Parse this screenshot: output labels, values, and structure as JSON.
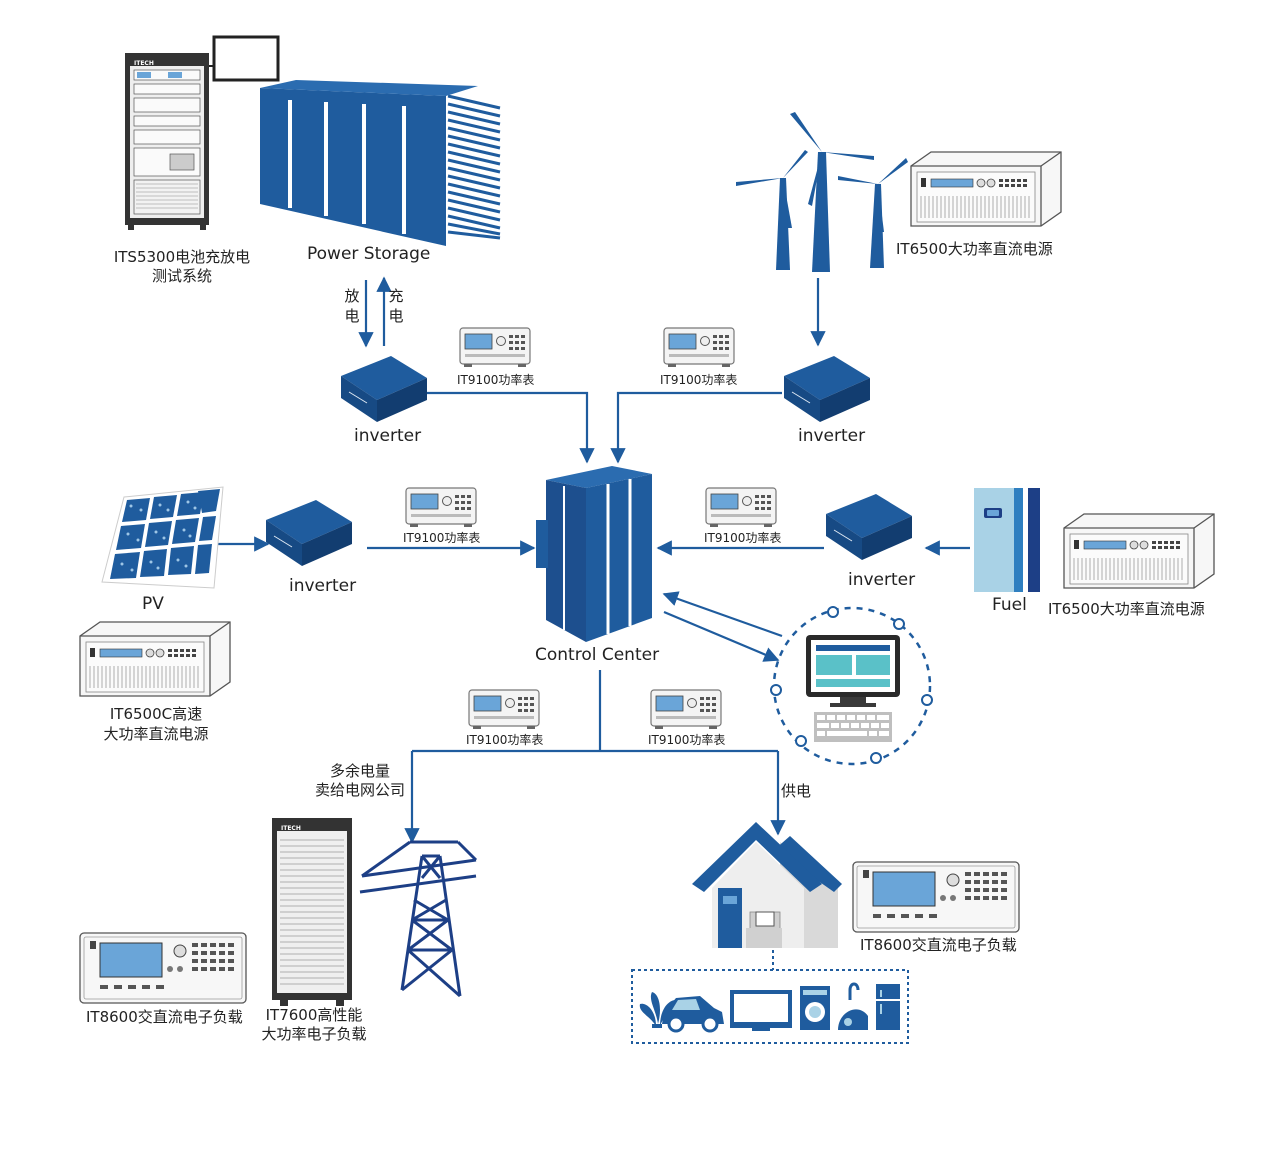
{
  "colors": {
    "primary_blue": "#1f5c9e",
    "dark_blue": "#1d3f86",
    "light_blue": "#a9d2e6",
    "device_gray": "#f2f2f2",
    "screen_blue": "#6aa5d8"
  },
  "labels": {
    "its5300": [
      "ITS5300电池充放电",
      "测试系统"
    ],
    "power_storage": "Power Storage",
    "discharge": "放电",
    "charge": "充电",
    "inverter": "inverter",
    "power_meter": "IT9100功率表",
    "it6500_top": "IT6500大功率直流电源",
    "pv": "PV",
    "it6500c": [
      "IT6500C高速",
      "大功率直流电源"
    ],
    "control_center": "Control Center",
    "fuel": "Fuel",
    "it6500_right": "IT6500大功率直流电源",
    "surplus": [
      "多余电量",
      "卖给电网公司"
    ],
    "supply": "供电",
    "it8600_left": "IT8600交直流电子负载",
    "it7600": [
      "IT7600高性能",
      "大功率电子负载"
    ],
    "it8600_right": "IT8600交直流电子负载",
    "itech_brand": "ITECH"
  },
  "icons": [
    "battery-test-rack-icon",
    "monitor-icon",
    "container-storage-icon",
    "wind-turbine-icon",
    "inverter-icon",
    "power-meter-icon",
    "solar-panel-icon",
    "control-cabinet-icon",
    "fuel-cell-icon",
    "computer-icon",
    "transmission-tower-icon",
    "house-icon",
    "dc-power-supply-icon",
    "electronic-load-icon",
    "plant-icon",
    "car-icon",
    "tv-icon",
    "washing-machine-icon",
    "vacuum-icon",
    "fridge-icon"
  ]
}
